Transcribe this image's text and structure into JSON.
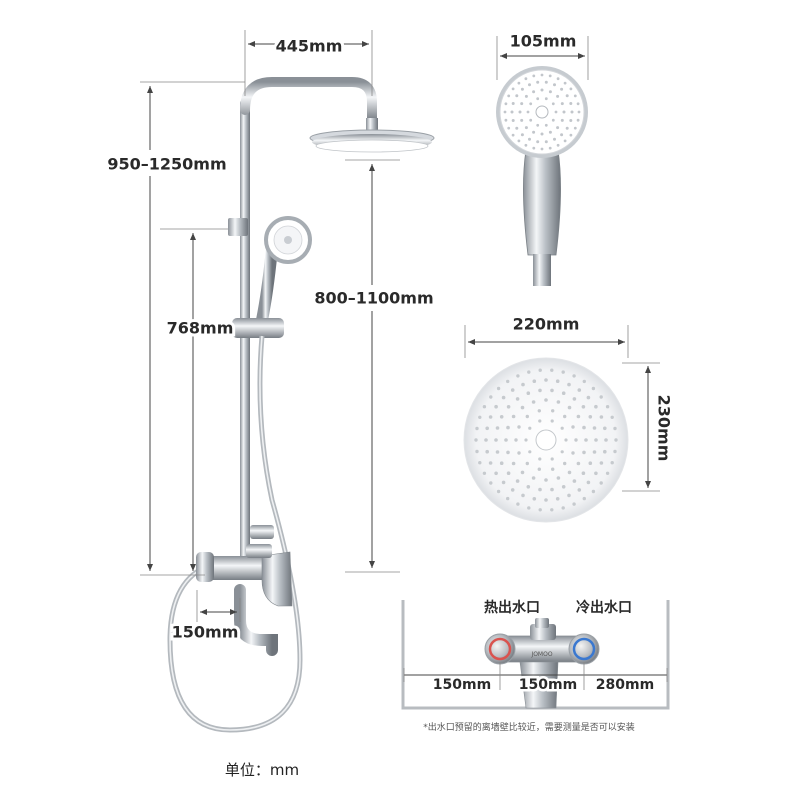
{
  "dimensions": {
    "top_width": "445mm",
    "total_height": "950–1250mm",
    "bar_height": "800–1100mm",
    "slide_bar": "768mm",
    "spout": "150mm",
    "handshower_width": "105mm",
    "head_width": "220mm",
    "head_height": "230mm"
  },
  "valve_diagram": {
    "hot_label": "热出水口",
    "cold_label": "冷出水口",
    "left_gap": "150mm",
    "center_gap": "150mm",
    "right_gap": "280mm",
    "brand": "JOMOO",
    "note": "*出水口预留的离墙壁比较近，需要测量是否可以安装"
  },
  "unit_label": "单位：mm",
  "colors": {
    "hot": "#d9534f",
    "cold": "#3a78d0",
    "chrome": "#c8ccd0"
  }
}
